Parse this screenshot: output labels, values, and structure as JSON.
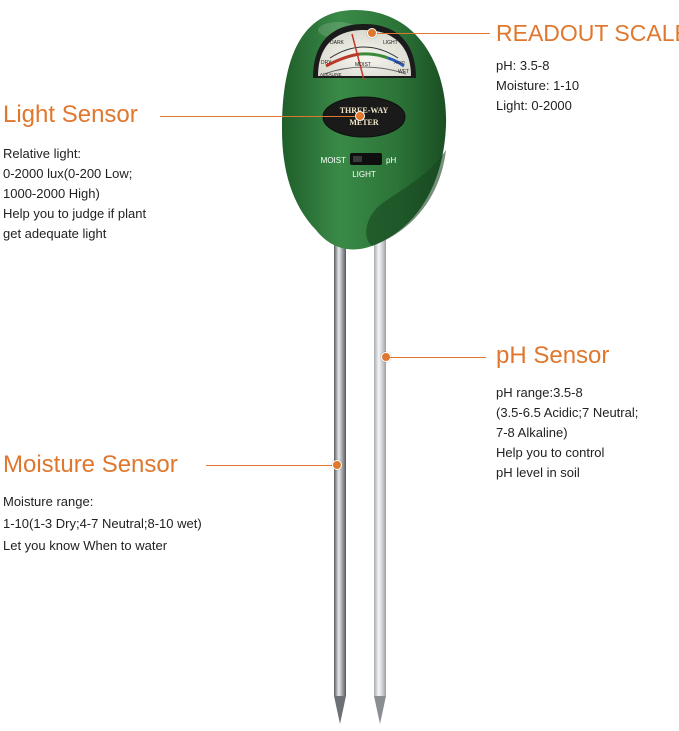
{
  "readout": {
    "heading": "READOUT SCALE",
    "lines": [
      "pH: 3.5-8",
      "Moisture: 1-10",
      "Light: 0-2000"
    ]
  },
  "light": {
    "heading": "Light Sensor",
    "lines": [
      "Relative light:",
      "0-2000 lux(0-200 Low;",
      "1000-2000 High)",
      "Help you to judge if plant",
      "get adequate light"
    ]
  },
  "ph": {
    "heading": "pH Sensor",
    "lines": [
      "pH range:3.5-8",
      "(3.5-6.5 Acidic;7 Neutral;",
      "7-8 Alkaline)",
      "Help you to control",
      "pH level in soil"
    ]
  },
  "moisture": {
    "heading": "Moisture Sensor",
    "lines": [
      "Moisture range:",
      "1-10(1-3 Dry;4-7 Neutral;8-10 wet)",
      "Let you know When to water"
    ]
  },
  "meter": {
    "badge_line1": "THREE-WAY",
    "badge_line2": "METER",
    "switch_left": "MOIST",
    "switch_right": "pH",
    "switch_bottom": "LIGHT",
    "dial_dark": "DARK",
    "dial_light": "LIGHT",
    "dial_dry": "DRY",
    "dial_moist": "MOIST",
    "dial_wet": "WET",
    "dial_alkaline": "ALKALINE",
    "dial_acid": "ACID"
  },
  "colors": {
    "accent": "#e0772e",
    "body_green": "#2f7d3c",
    "probe_metal": "#c9ccd0"
  }
}
